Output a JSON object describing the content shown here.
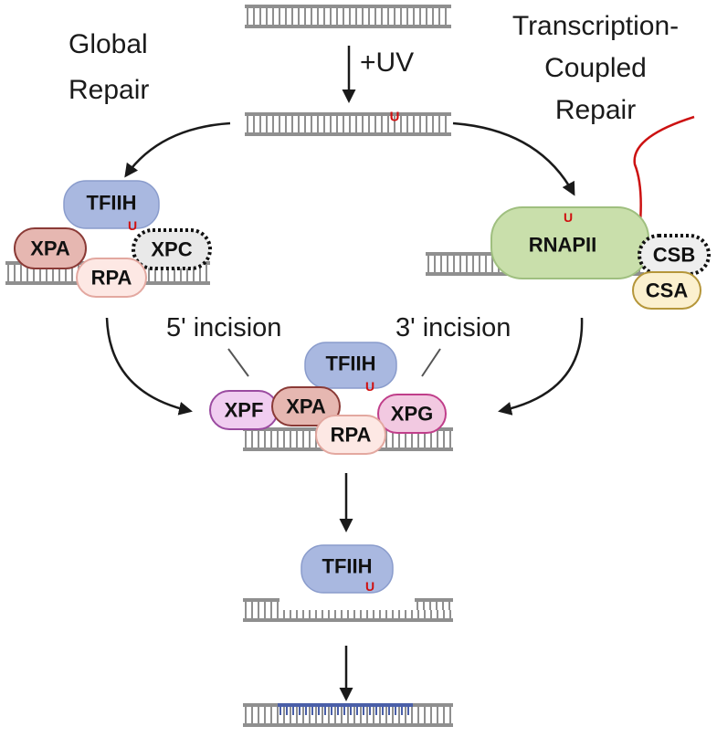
{
  "labels": {
    "global_repair_line1": "Global",
    "global_repair_line2": "Repair",
    "tcr_line1": "Transcription-",
    "tcr_line2": "Coupled",
    "tcr_line3": "Repair",
    "uv": "+UV",
    "incision_5": "5' incision",
    "incision_3": "3' incision"
  },
  "lesion_mark": "U",
  "proteins": {
    "tfiih": "TFIIH",
    "xpa": "XPA",
    "xpc": "XPC",
    "rpa": "RPA",
    "rnapii": "RNAPII",
    "csb": "CSB",
    "csa": "CSA",
    "xpf": "XPF",
    "xpg": "XPG"
  },
  "colors": {
    "dna": "#8f8f8f",
    "new_dna": "#4a5fa8",
    "lesion": "#d01010",
    "rna": "#cc1111",
    "arrow": "#1a1a1a",
    "tfiih_fill": "#a9b8e0",
    "xpa_fill": "#e6b7b1",
    "xpc_fill": "#e9e9e9",
    "rpa_fill": "#fde8e4",
    "rnapii_fill": "#c9dfab",
    "csb_fill": "#eeeeee",
    "csa_fill": "#fbf0cf",
    "xpf_fill": "#f0cdf0",
    "xpg_fill": "#f2c9e1"
  }
}
